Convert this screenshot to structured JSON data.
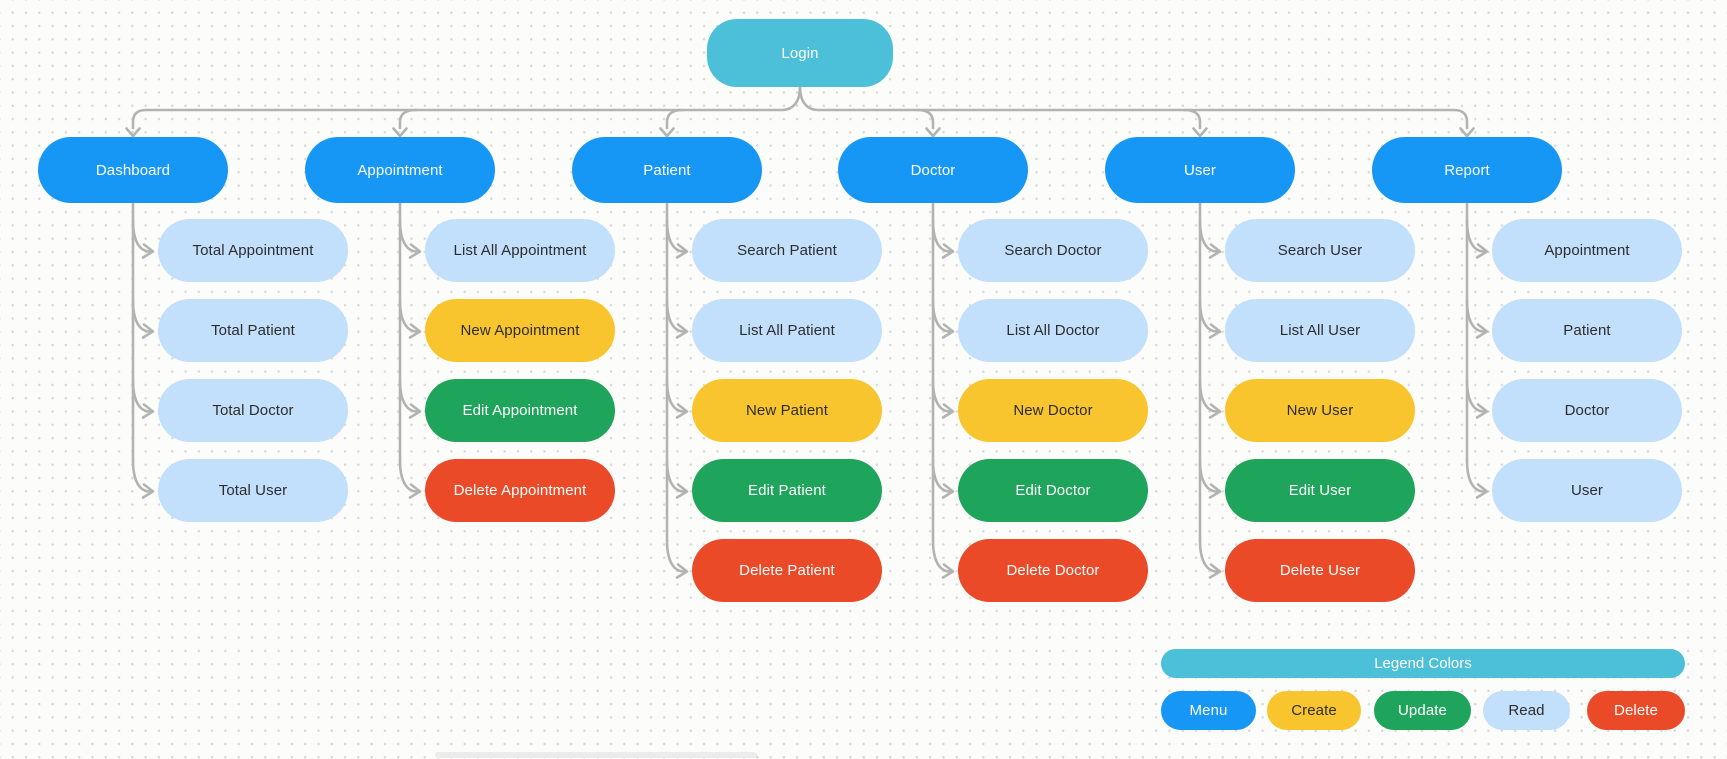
{
  "colors": {
    "header": "#4CC0D9",
    "menu": "#1697F6",
    "create": "#F9C52E",
    "update": "#1FA45B",
    "read": "#C2E0FB",
    "delete": "#EA4A28",
    "connector": "#b3b3b3"
  },
  "diagram": {
    "root": {
      "label": "Login",
      "type": "header"
    },
    "columns": [
      {
        "label": "Dashboard",
        "type": "menu",
        "children": [
          {
            "label": "Total Appointment",
            "type": "read"
          },
          {
            "label": "Total Patient",
            "type": "read"
          },
          {
            "label": "Total Doctor",
            "type": "read"
          },
          {
            "label": "Total User",
            "type": "read"
          }
        ]
      },
      {
        "label": "Appointment",
        "type": "menu",
        "children": [
          {
            "label": "List All Appointment",
            "type": "read"
          },
          {
            "label": "New Appointment",
            "type": "create"
          },
          {
            "label": "Edit Appointment",
            "type": "update"
          },
          {
            "label": "Delete Appointment",
            "type": "delete"
          }
        ]
      },
      {
        "label": "Patient",
        "type": "menu",
        "children": [
          {
            "label": "Search Patient",
            "type": "read"
          },
          {
            "label": "List All Patient",
            "type": "read"
          },
          {
            "label": "New Patient",
            "type": "create"
          },
          {
            "label": "Edit Patient",
            "type": "update"
          },
          {
            "label": "Delete Patient",
            "type": "delete"
          }
        ]
      },
      {
        "label": "Doctor",
        "type": "menu",
        "children": [
          {
            "label": "Search Doctor",
            "type": "read"
          },
          {
            "label": "List All Doctor",
            "type": "read"
          },
          {
            "label": "New Doctor",
            "type": "create"
          },
          {
            "label": "Edit Doctor",
            "type": "update"
          },
          {
            "label": "Delete Doctor",
            "type": "delete"
          }
        ]
      },
      {
        "label": "User",
        "type": "menu",
        "children": [
          {
            "label": "Search User",
            "type": "read"
          },
          {
            "label": "List All User",
            "type": "read"
          },
          {
            "label": "New User",
            "type": "create"
          },
          {
            "label": "Edit User",
            "type": "update"
          },
          {
            "label": "Delete User",
            "type": "delete"
          }
        ]
      },
      {
        "label": "Report",
        "type": "menu",
        "children": [
          {
            "label": "Appointment",
            "type": "read"
          },
          {
            "label": "Patient",
            "type": "read"
          },
          {
            "label": "Doctor",
            "type": "read"
          },
          {
            "label": "User",
            "type": "read"
          }
        ]
      }
    ]
  },
  "legend": {
    "title": "Legend Colors",
    "items": [
      {
        "label": "Menu",
        "type": "menu"
      },
      {
        "label": "Create",
        "type": "create"
      },
      {
        "label": "Update",
        "type": "update"
      },
      {
        "label": "Read",
        "type": "read"
      },
      {
        "label": "Delete",
        "type": "delete"
      }
    ]
  }
}
